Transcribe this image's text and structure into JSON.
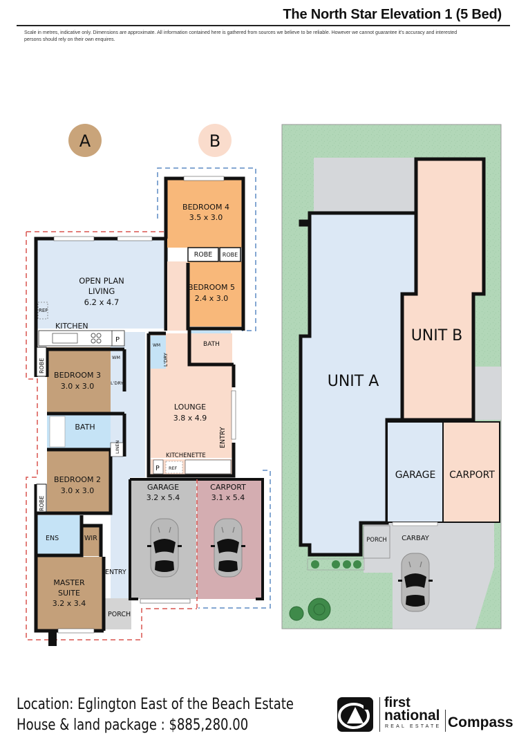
{
  "header": {
    "title": "The North Star Elevation 1 (5 Bed)",
    "disclaimer": "Scale in metres, indicative only. Dimensions are approximate. All information contained here is gathered from sources we believe to be reliable. However we cannot guarantee it's accuracy and interested persons should rely on their own enquires."
  },
  "colors": {
    "unit_a_badge": "#c9a47a",
    "unit_b_badge": "#fadccc",
    "unit_a_rooms": "#c4a07a",
    "living_blue": "#dce8f5",
    "wet_blue": "#c5e3f6",
    "unit_b_orange": "#f8b87a",
    "unit_b_light": "#fadccc",
    "garage_grey": "#c2c2c2",
    "carport_pink": "#d4adb1",
    "lawn_green": "#b2d7b8",
    "boundary_a": "#d9534f",
    "boundary_b": "#5b8ac4"
  },
  "badges": {
    "a": "A",
    "b": "B"
  },
  "floorplan": {
    "open_plan": {
      "name1": "OPEN PLAN",
      "name2": "LIVING",
      "dims": "6.2 x 4.7"
    },
    "kitchen": "KITCHEN",
    "ref": "REF",
    "pantry": "P",
    "robe": "ROBE",
    "wm": "WM",
    "ldry": "L'DRY",
    "bedroom3": {
      "name": "BEDROOM 3",
      "dims": "3.0 x 3.0"
    },
    "bath_a": "BATH",
    "linen": "LINEN",
    "bedroom2": {
      "name": "BEDROOM 2",
      "dims": "3.0 x 3.0"
    },
    "ens": "ENS",
    "wir": "WIR",
    "master": {
      "name1": "MASTER",
      "name2": "SUITE",
      "dims": "3.2 x 3.4"
    },
    "entry": "ENTRY",
    "porch": "PORCH",
    "bedroom4": {
      "name": "BEDROOM 4",
      "dims": "3.5 x 3.0"
    },
    "bedroom5": {
      "name": "BEDROOM 5",
      "dims": "2.4 x 3.0"
    },
    "bath_b": "BATH",
    "lounge": {
      "name": "LOUNGE",
      "dims": "3.8 x 4.9"
    },
    "kitchenette": "KITCHENETTE",
    "garage": {
      "name": "GARAGE",
      "dims": "3.2 x 5.4"
    },
    "carport": {
      "name": "CARPORT",
      "dims": "3.1 x 5.4"
    }
  },
  "siteplan": {
    "unit_a": "UNIT A",
    "unit_b": "UNIT B",
    "garage": "GARAGE",
    "carport": "CARPORT",
    "porch": "PORCH",
    "carbay": "CARBAY"
  },
  "footer": {
    "location": "Location: Eglington East of the Beach Estate",
    "package": "House & land package :  $885,280.00"
  },
  "logo": {
    "first": "first",
    "national": "national",
    "real_estate": "REAL ESTATE",
    "office": "Compass"
  }
}
